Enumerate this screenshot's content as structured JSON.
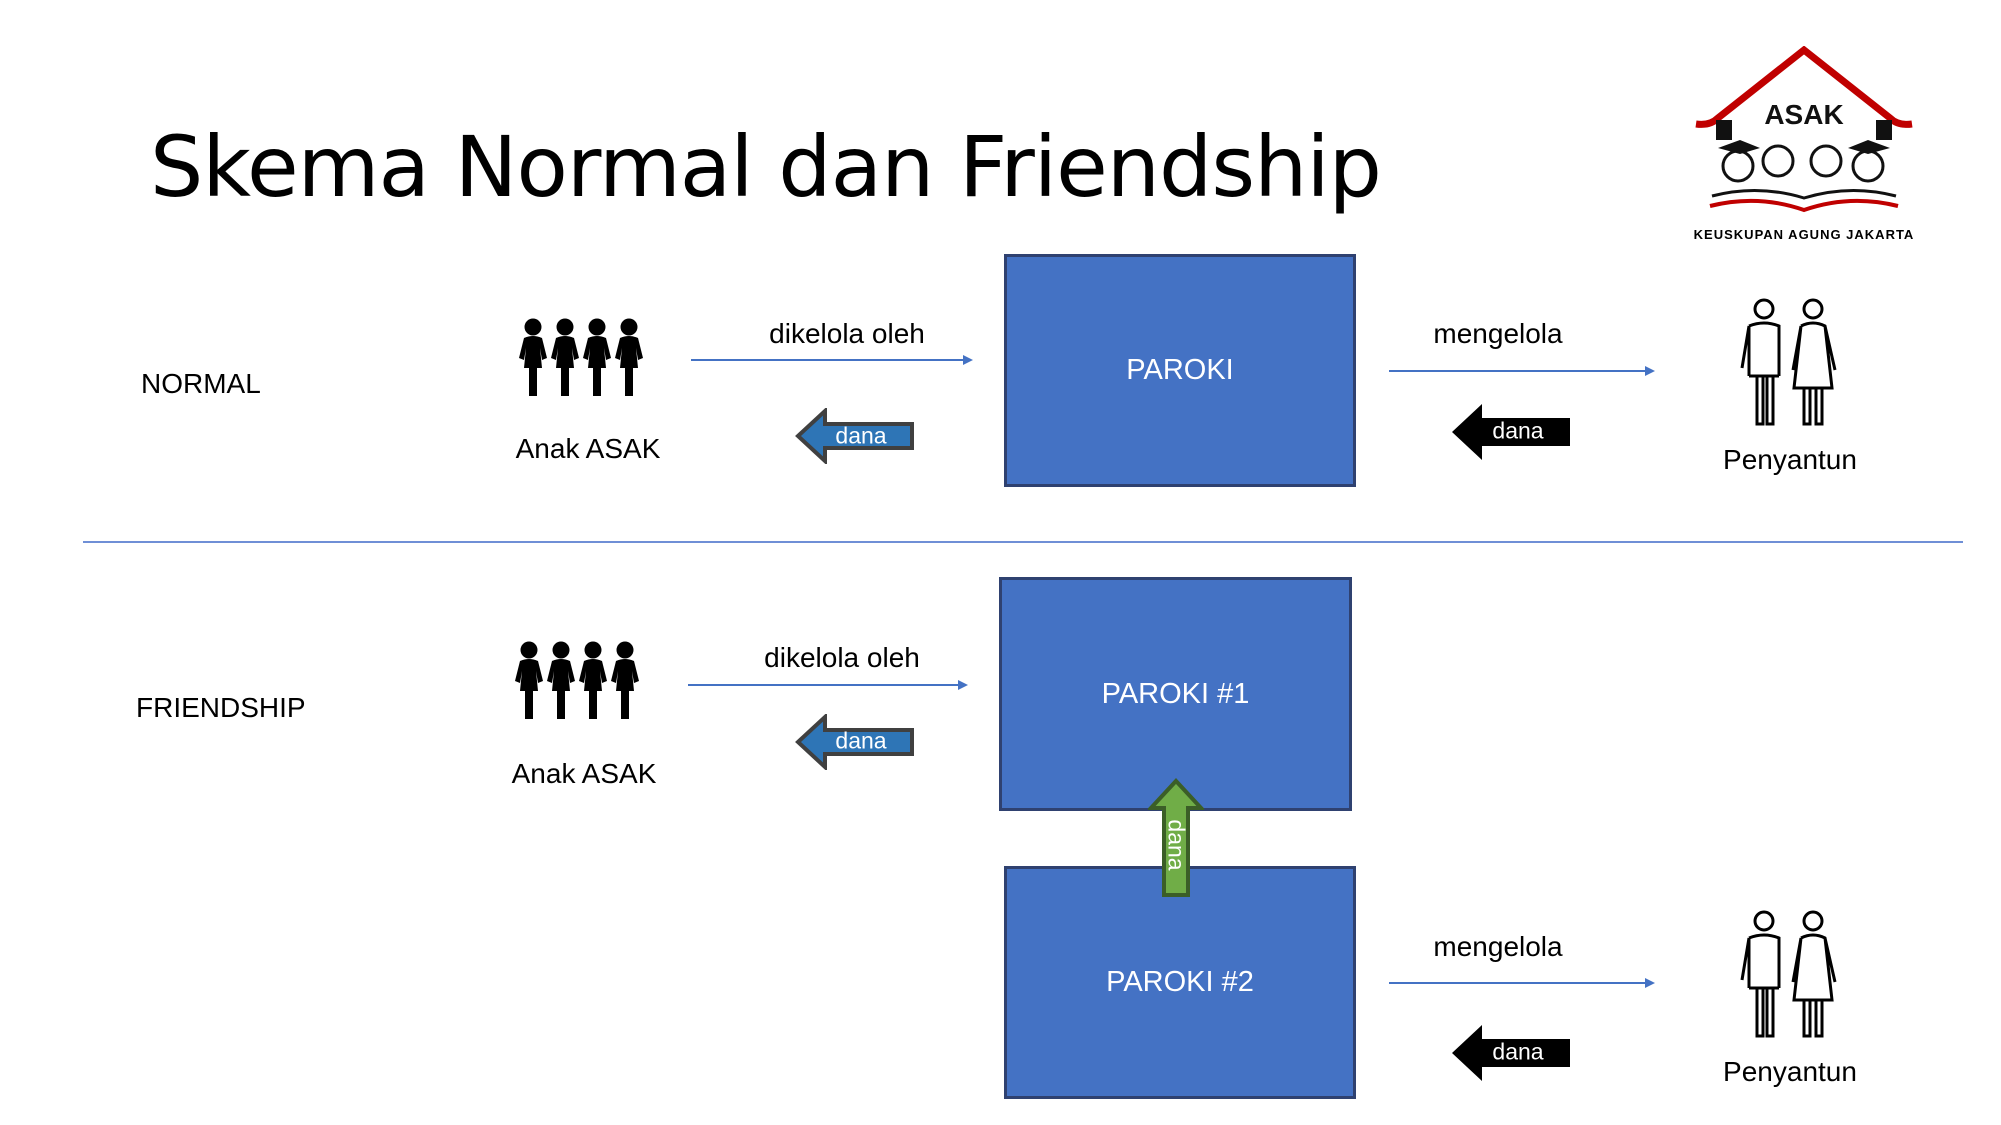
{
  "title": "Skema Normal dan Friendship",
  "logo": {
    "name": "ASAK",
    "subtitle": "KEUSKUPAN AGUNG JAKARTA"
  },
  "normal": {
    "label": "NORMAL",
    "children": "Anak ASAK",
    "managed_by": "dikelola oleh",
    "fund_left": "dana",
    "parish": "PAROKI",
    "manages": "mengelola",
    "fund_right": "dana",
    "sponsor": "Penyantun"
  },
  "friendship": {
    "label": "FRIENDSHIP",
    "children": "Anak ASAK",
    "managed_by": "dikelola oleh",
    "fund_left": "dana",
    "parish1": "PAROKI #1",
    "fund_up": "dana",
    "parish2": "PAROKI #2",
    "manages": "mengelola",
    "fund_right": "dana",
    "sponsor": "Penyantun"
  },
  "colors": {
    "box": "#4472C4",
    "blue_arrow": "#2E75B6",
    "green_arrow": "#70AD47",
    "black_arrow": "#000000",
    "logo_red": "#C00000"
  }
}
